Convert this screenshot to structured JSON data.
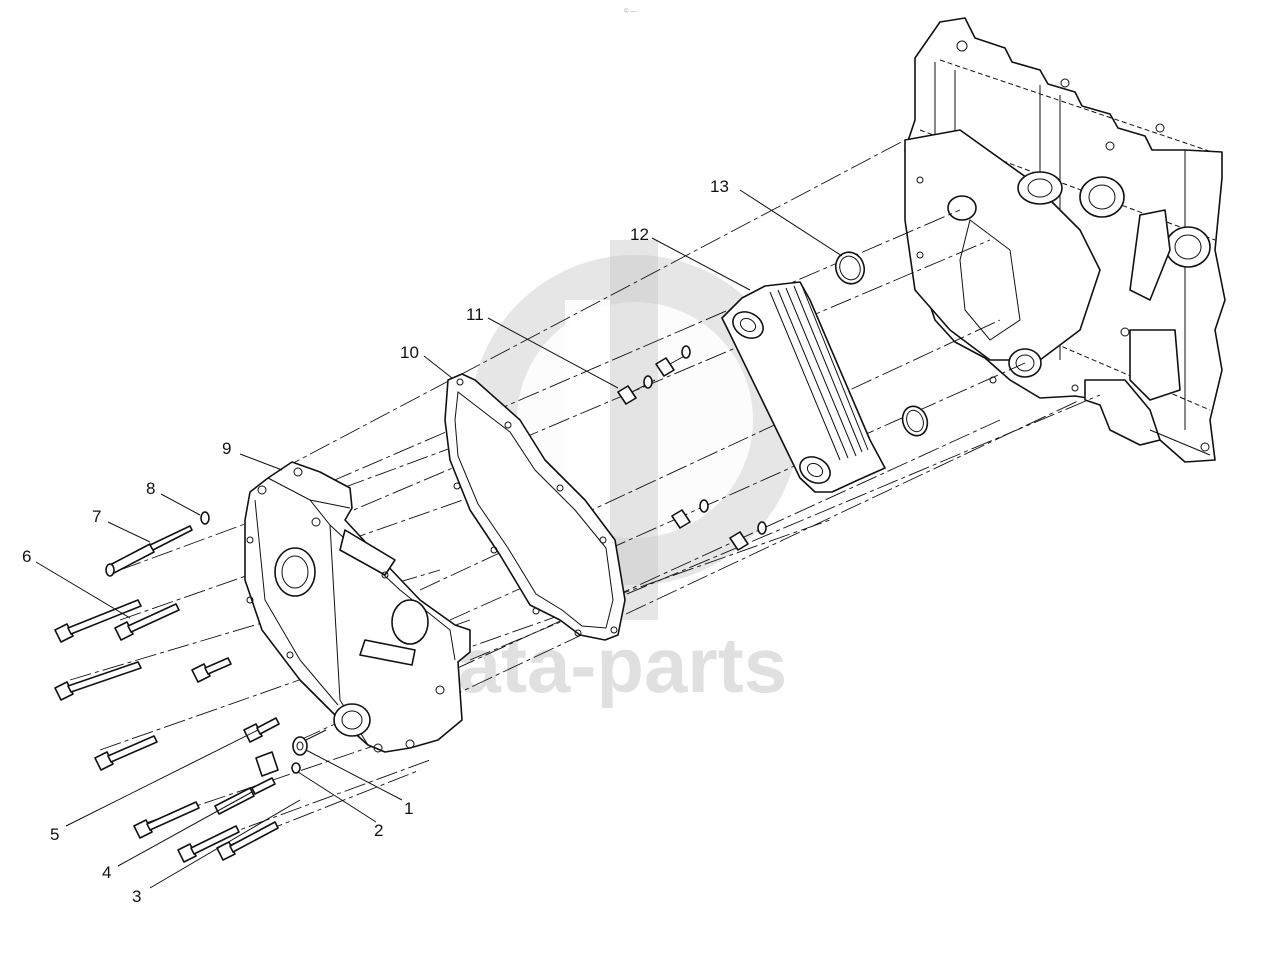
{
  "header": {
    "top_mark": "© —"
  },
  "watermark": {
    "text": "data-parts",
    "color": "#c8c8c8"
  },
  "callouts": {
    "c1": "1",
    "c2": "2",
    "c3": "3",
    "c4": "4",
    "c5": "5",
    "c6": "6",
    "c7": "7",
    "c8": "8",
    "c9": "9",
    "c10": "10",
    "c11": "11",
    "c12": "12",
    "c13": "13"
  }
}
